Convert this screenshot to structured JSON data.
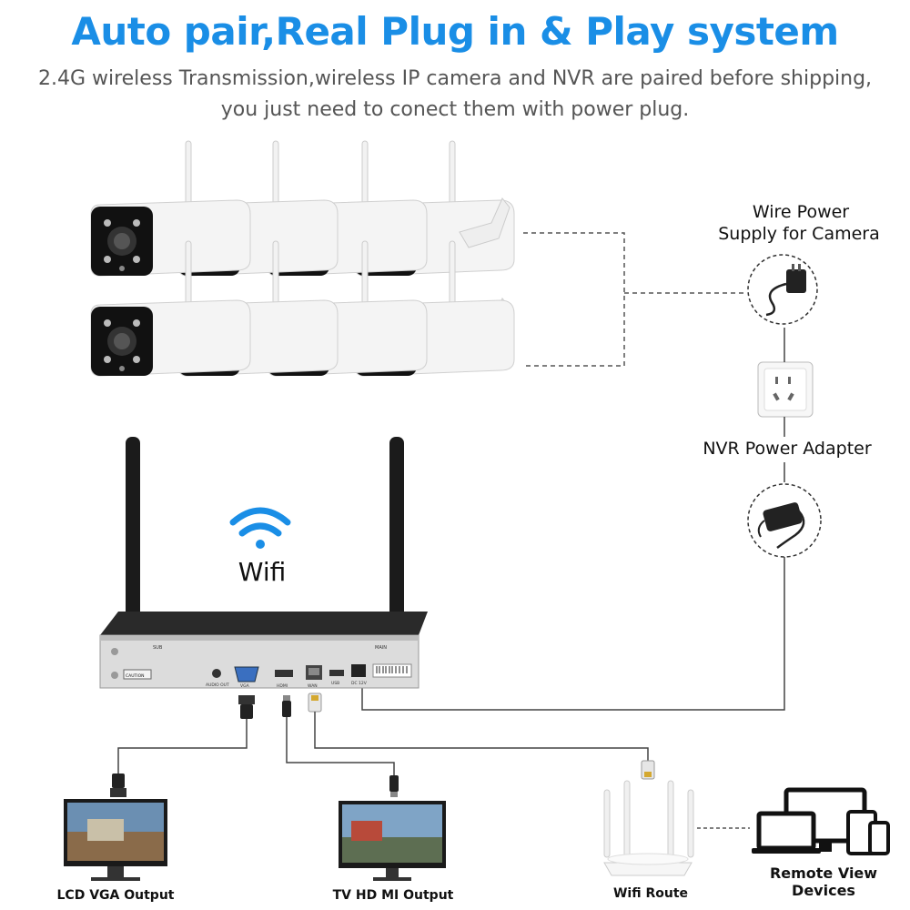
{
  "headline": "Auto pair,Real Plug in & Play system",
  "subtitle": {
    "line1": "2.4G wireless Transmission,wireless IP camera and NVR are paired before shipping,",
    "line2": "you just need to conect them with power plug."
  },
  "labels": {
    "wire_power_line1": "Wire Power",
    "wire_power_line2": "Supply for Camera",
    "nvr_power_adapter": "NVR Power Adapter",
    "wifi": "Wifi",
    "lcd_vga_output": "LCD VGA Output",
    "tv_hdmi_output": "TV HD MI Output",
    "wifi_route": "Wifi Route",
    "remote_view_devices": "Remote View Devices"
  },
  "nvr_ports": {
    "sub": "SUB",
    "main": "MAIN",
    "caution": "CAUTION",
    "audio_out": "AUDIO OUT",
    "vga": "VGA",
    "hdmi": "HDMI",
    "wan": "WAN",
    "usb": "USB",
    "dc": "DC 12V"
  },
  "colors": {
    "headline": "#1a8ee6",
    "wifi_icon": "#1a8ee6",
    "subtitle": "#555555",
    "wire": "#444444",
    "dashed": "#555555"
  },
  "icons": [
    "camera-icon",
    "power-adapter-icon",
    "wall-socket-icon",
    "wifi-icon",
    "nvr-icon",
    "vga-plug-icon",
    "hdmi-plug-icon",
    "rj45-plug-icon",
    "monitor-icon",
    "tv-icon",
    "router-icon",
    "laptop-icon",
    "tablet-icon",
    "phone-icon",
    "desktop-icon"
  ]
}
